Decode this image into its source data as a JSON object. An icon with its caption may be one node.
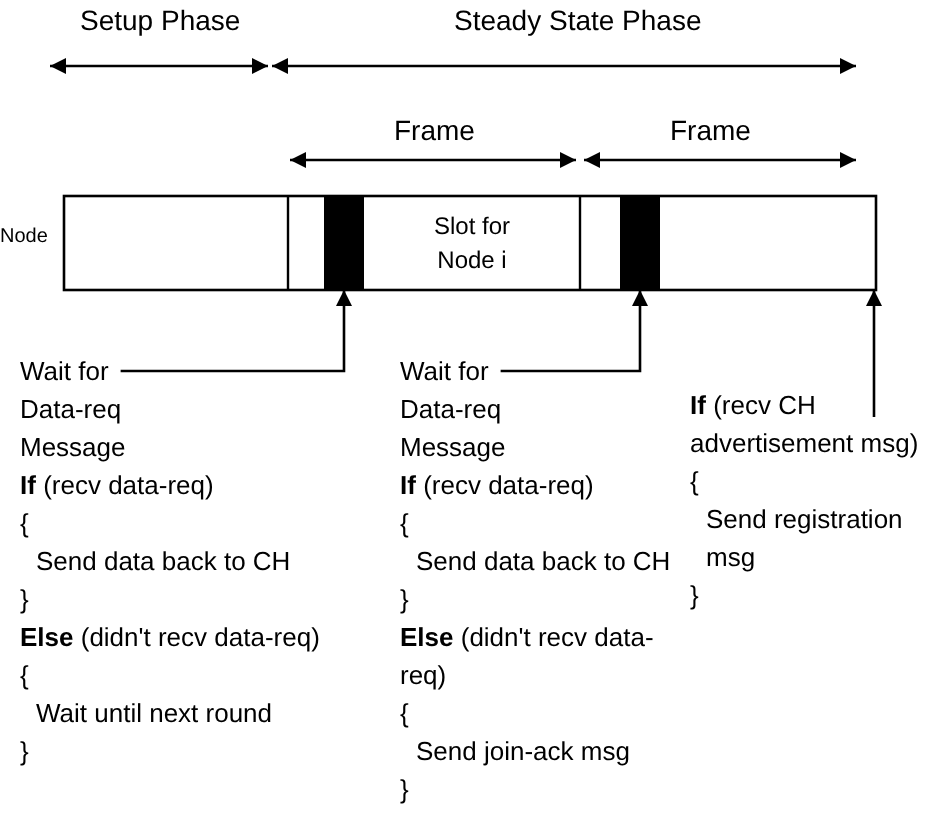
{
  "diagram": {
    "nodes": [
      {
        "text": [
          "Slot for Node i"
        ]
      },
      {
        "text": [],
        "shape": "bar"
      },
      {
        "text": [],
        "shape": "bar"
      },
      {
        "text": [
          "Wait for Data-req Message",
          "**If** (recv data-req)",
          "{",
          "Send data back to CH",
          "}",
          "**Else** (didn't recv data-req)",
          "{",
          "Wait until next round",
          "}"
        ]
      },
      {
        "text": [
          "Wait for Data-req Message",
          "**If** (recv data-req)",
          "{",
          "Send data back to CH",
          "}",
          "**Else** (didn't recv data-req)",
          "{",
          "Send join-ack msg",
          "}"
        ]
      },
      {
        "text": [
          "**If** (recv CH advertisement msg)",
          "{",
          "Send registration msg",
          "}"
        ]
      }
    ],
    "edges": [
      {
        "from": 3,
        "to": 1,
        "arrow": "to"
      },
      {
        "from": 4,
        "to": 2,
        "arrow": "to"
      },
      {
        "from": 5,
        "to": null,
        "arrow": "to"
      }
    ],
    "labels": [
      "Setup Phase",
      "Steady State Phase",
      "Frame",
      "Frame",
      "Node"
    ]
  }
}
